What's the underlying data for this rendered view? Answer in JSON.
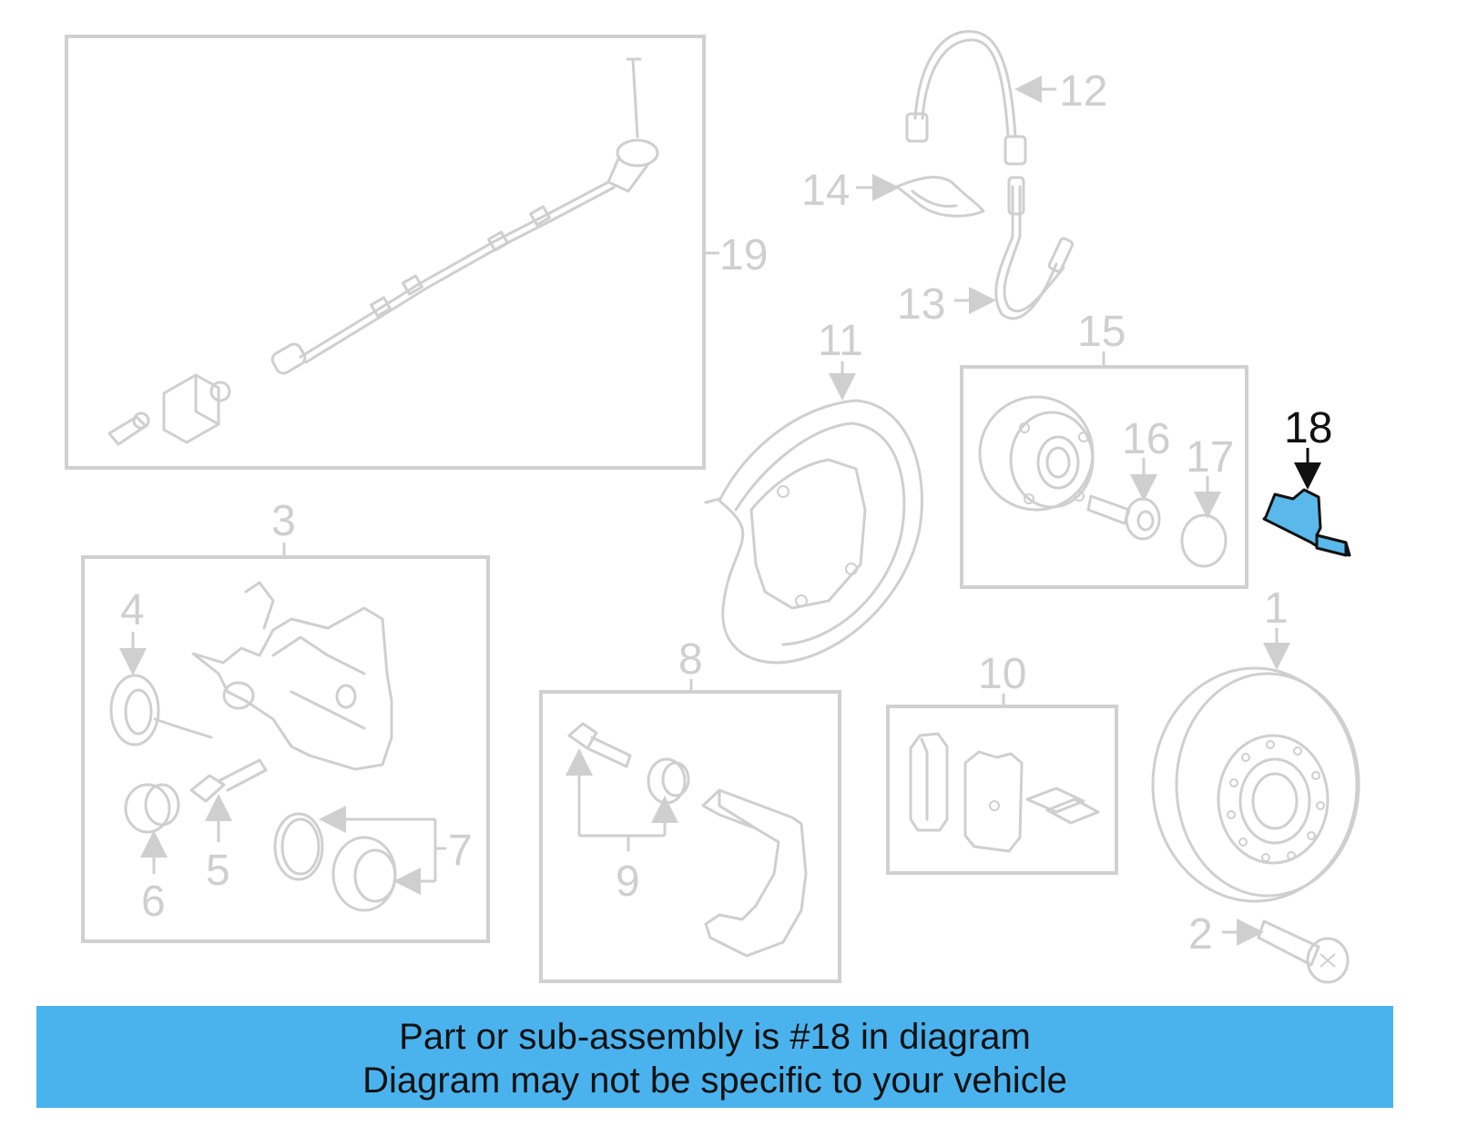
{
  "diagram": {
    "highlighted_part": "18",
    "highlight_color": "#5bb8ea",
    "callouts": {
      "c1": "1",
      "c2": "2",
      "c3": "3",
      "c4": "4",
      "c5": "5",
      "c6": "6",
      "c7": "7",
      "c8": "8",
      "c9": "9",
      "c10": "10",
      "c11": "11",
      "c12": "12",
      "c13": "13",
      "c14": "14",
      "c15": "15",
      "c16": "16",
      "c17": "17",
      "c18": "18",
      "c19": "19"
    }
  },
  "banner": {
    "line1": "Part or sub-assembly is #18 in diagram",
    "line2": "Diagram may not be specific to your vehicle",
    "background": "#4ab3ee"
  }
}
